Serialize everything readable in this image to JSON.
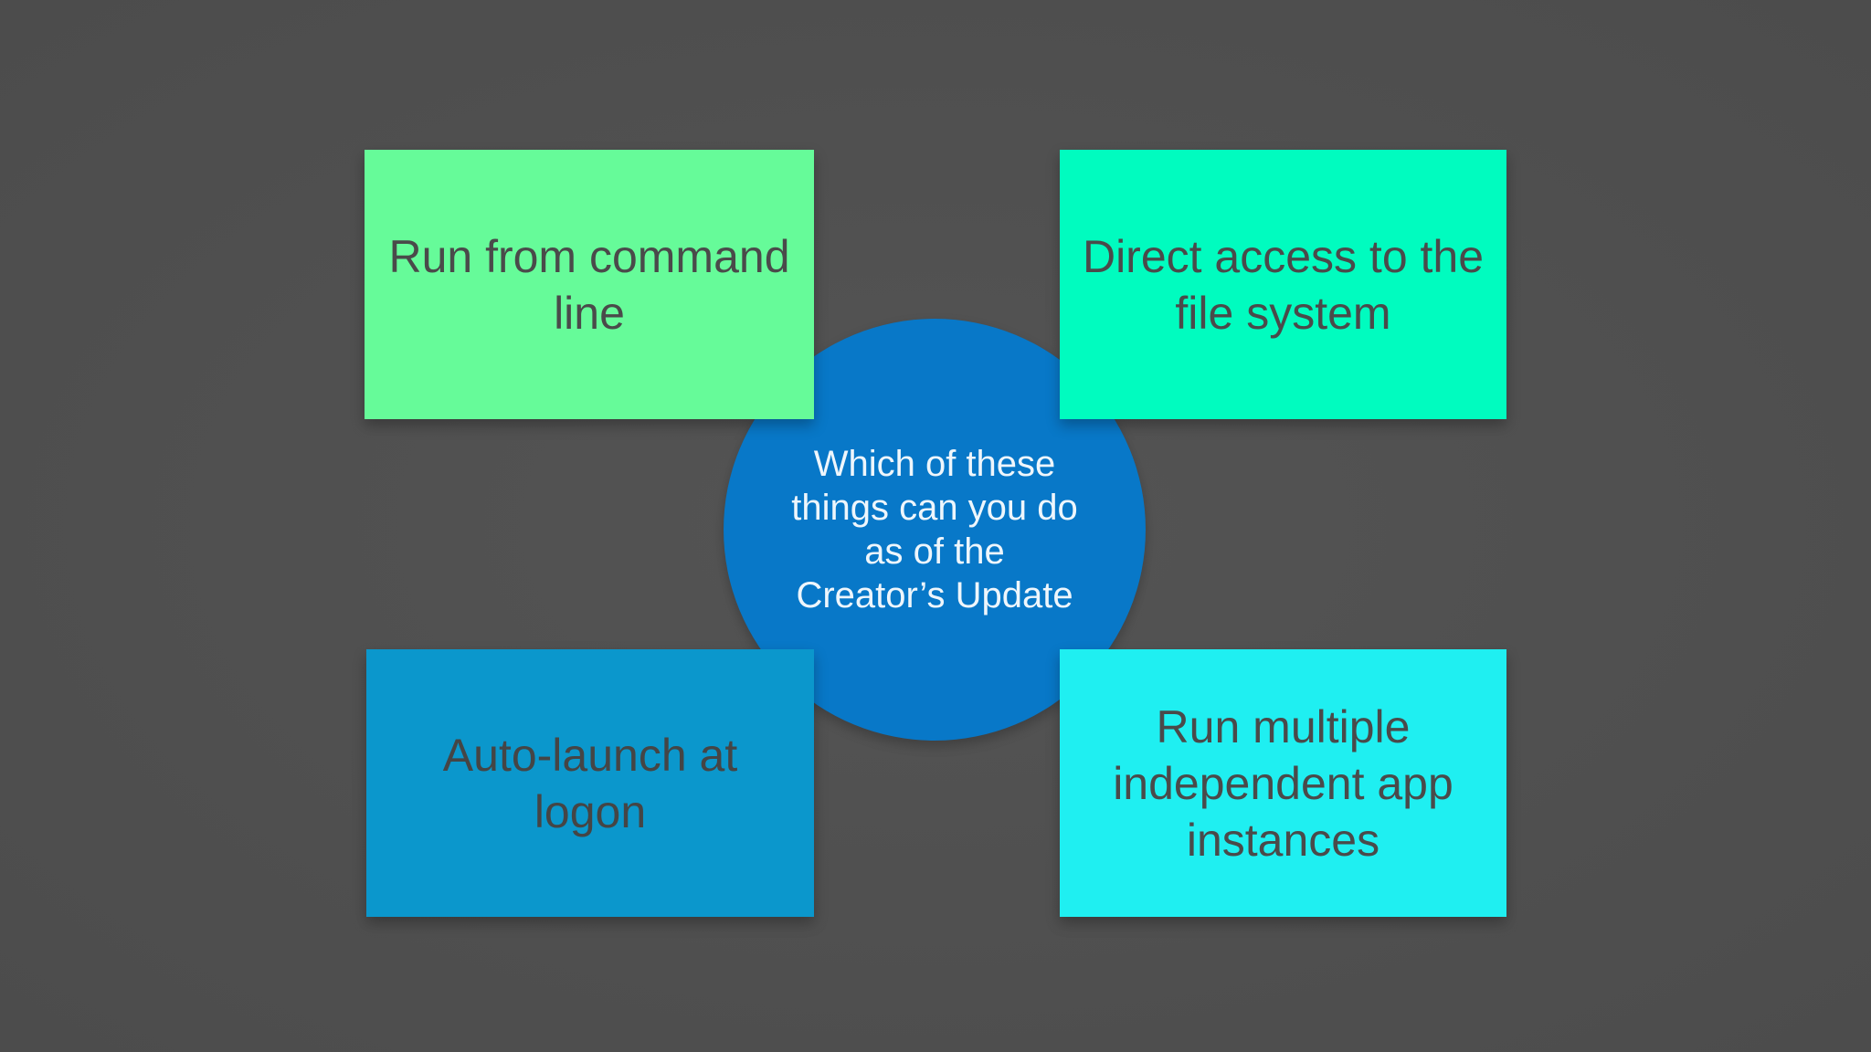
{
  "slide": {
    "background_color": "#4f4f4f",
    "center_circle": {
      "label": "Which of these things can you do as of the Creator’s Update",
      "lines": [
        "Which of these",
        "things can you do",
        "as of the",
        "Creator’s Update"
      ],
      "fill_color": "#0878c8",
      "text_color": "#eef6fc"
    },
    "boxes": [
      {
        "id": "top-left",
        "label": "Run from command line",
        "lines": [
          "Run from command",
          "line"
        ],
        "fill_color": "#66fb99",
        "text_color": "#4a4a4a"
      },
      {
        "id": "top-right",
        "label": "Direct access to the file system",
        "lines": [
          "Direct access to the",
          "file system"
        ],
        "fill_color": "#00fcbf",
        "text_color": "#4a4a4a"
      },
      {
        "id": "bottom-left",
        "label": "Auto-launch at logon",
        "lines": [
          "Auto-launch at",
          "logon"
        ],
        "fill_color": "#0b97cc",
        "text_color": "#454545"
      },
      {
        "id": "bottom-right",
        "label": "Run multiple independent app instances",
        "lines": [
          "Run multiple",
          "independent app",
          "instances"
        ],
        "fill_color": "#1feff1",
        "text_color": "#4a4a4a"
      }
    ]
  }
}
